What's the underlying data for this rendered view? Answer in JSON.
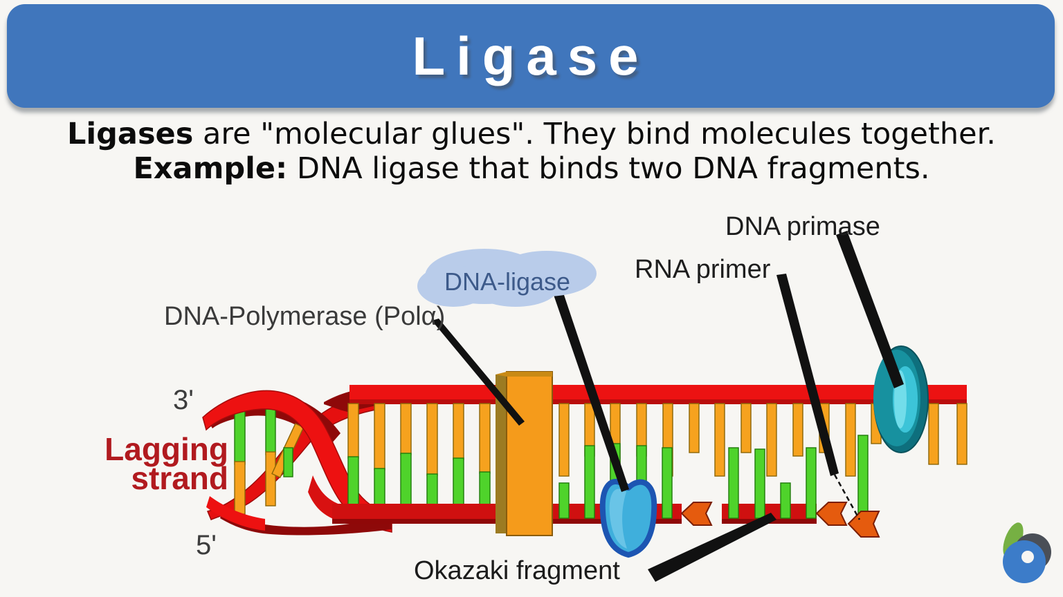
{
  "header": {
    "title": "Ligase",
    "background_color": "#4076bc",
    "text_color": "#ffffff"
  },
  "description": {
    "line1_bold": "Ligases",
    "line1_rest": " are \"molecular glues\". They bind molecules together.",
    "line2_bold": "Example:",
    "line2_rest": " DNA ligase that binds two DNA fragments."
  },
  "diagram": {
    "labels": {
      "dna_primase": "DNA primase",
      "rna_primer": "RNA primer",
      "dna_ligase": "DNA-ligase",
      "dna_polymerase": "DNA-Polymerase (Polα)",
      "lagging_strand_line1": "Lagging",
      "lagging_strand_line2": "strand",
      "three_prime": "3'",
      "five_prime": "5'",
      "okazaki_fragment": "Okazaki fragment"
    },
    "colors": {
      "strand_red": "#ec1212",
      "strand_dark_red": "#8e0909",
      "bottom_strand_red": "#cf1010",
      "base_orange": "#f6a21e",
      "base_green": "#4fd32b",
      "polymerase_orange": "#f59b1b",
      "polymerase_side": "#9c7b22",
      "ligase_blue": "#3fafdc",
      "ligase_outline_blue": "#1d55b2",
      "primase_teal_dark": "#0e6f7d",
      "primase_teal_light": "#3cc4d8",
      "primer_arrow_orange": "#e55b0e",
      "lagging_label_red": "#b11a1f",
      "ligase_highlight_blue": "#b9ccea",
      "ligase_label_text": "#3d5a8a",
      "label_dark": "#2a2a2a",
      "pointer_black": "#111111"
    }
  },
  "logo": {
    "name": "biology-online-logo",
    "blue": "#3c7cc9",
    "green": "#76b043",
    "gray": "#4a4f57"
  }
}
